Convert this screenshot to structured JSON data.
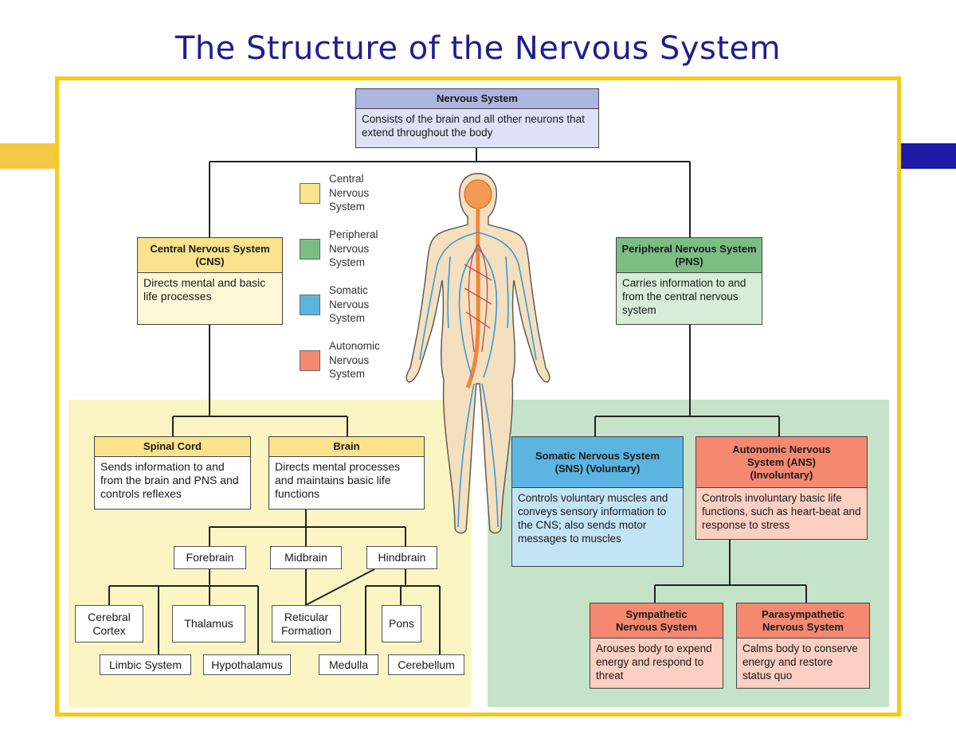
{
  "title": "The Structure of the Nervous System",
  "colors": {
    "frame": "#f7cb16",
    "title": "#1d1f8f",
    "cns": "#fae38c",
    "pns": "#7cbd84",
    "somatic": "#5bb5e0",
    "autonomic": "#f58870",
    "nervous_system": "#aeb5de",
    "cns_zone": "#fbf5c4",
    "pns_zone": "#c5e3c8"
  },
  "nodes": {
    "nervous_system": {
      "title": "Nervous System",
      "body": "Consists of the brain and all other neurons that extend throughout the body"
    },
    "cns": {
      "title": "Central Nervous System (CNS)",
      "body": "Directs mental and basic life processes"
    },
    "pns": {
      "title": "Peripheral Nervous System (PNS)",
      "body": "Carries information to and from the central nervous system"
    },
    "spinal_cord": {
      "title": "Spinal Cord",
      "body": "Sends information to and from the brain and PNS and controls reflexes"
    },
    "brain": {
      "title": "Brain",
      "body": "Directs mental processes and maintains basic life functions"
    },
    "somatic": {
      "title": "Somatic Nervous System (SNS) (Voluntary)",
      "body": "Controls voluntary muscles and conveys sensory information to the CNS; also sends motor messages to muscles"
    },
    "autonomic": {
      "title": "Autonomic Nervous System (ANS) (Involuntary)",
      "body": "Controls involuntary basic life functions, such as heart-beat and response to stress"
    },
    "sympathetic": {
      "title": "Sympathetic Nervous System",
      "body": "Arouses body to expend energy and respond to threat"
    },
    "parasympathetic": {
      "title": "Parasympathetic Nervous System",
      "body": "Calms body to conserve energy and restore status quo"
    }
  },
  "brain_parts": {
    "forebrain": "Forebrain",
    "midbrain": "Midbrain",
    "hindbrain": "Hindbrain",
    "cerebral_cortex": "Cerebral Cortex",
    "thalamus": "Thalamus",
    "limbic_system": "Limbic System",
    "hypothalamus": "Hypothalamus",
    "reticular_formation": "Reticular Formation",
    "pons": "Pons",
    "medulla": "Medulla",
    "cerebellum": "Cerebellum"
  },
  "legend": [
    {
      "label": "Central Nervous System",
      "color": "#fae38c"
    },
    {
      "label": "Peripheral Nervous System",
      "color": "#7cbd84"
    },
    {
      "label": "Somatic Nervous System",
      "color": "#5bb5e0"
    },
    {
      "label": "Autonomic Nervous System",
      "color": "#f58870"
    }
  ]
}
